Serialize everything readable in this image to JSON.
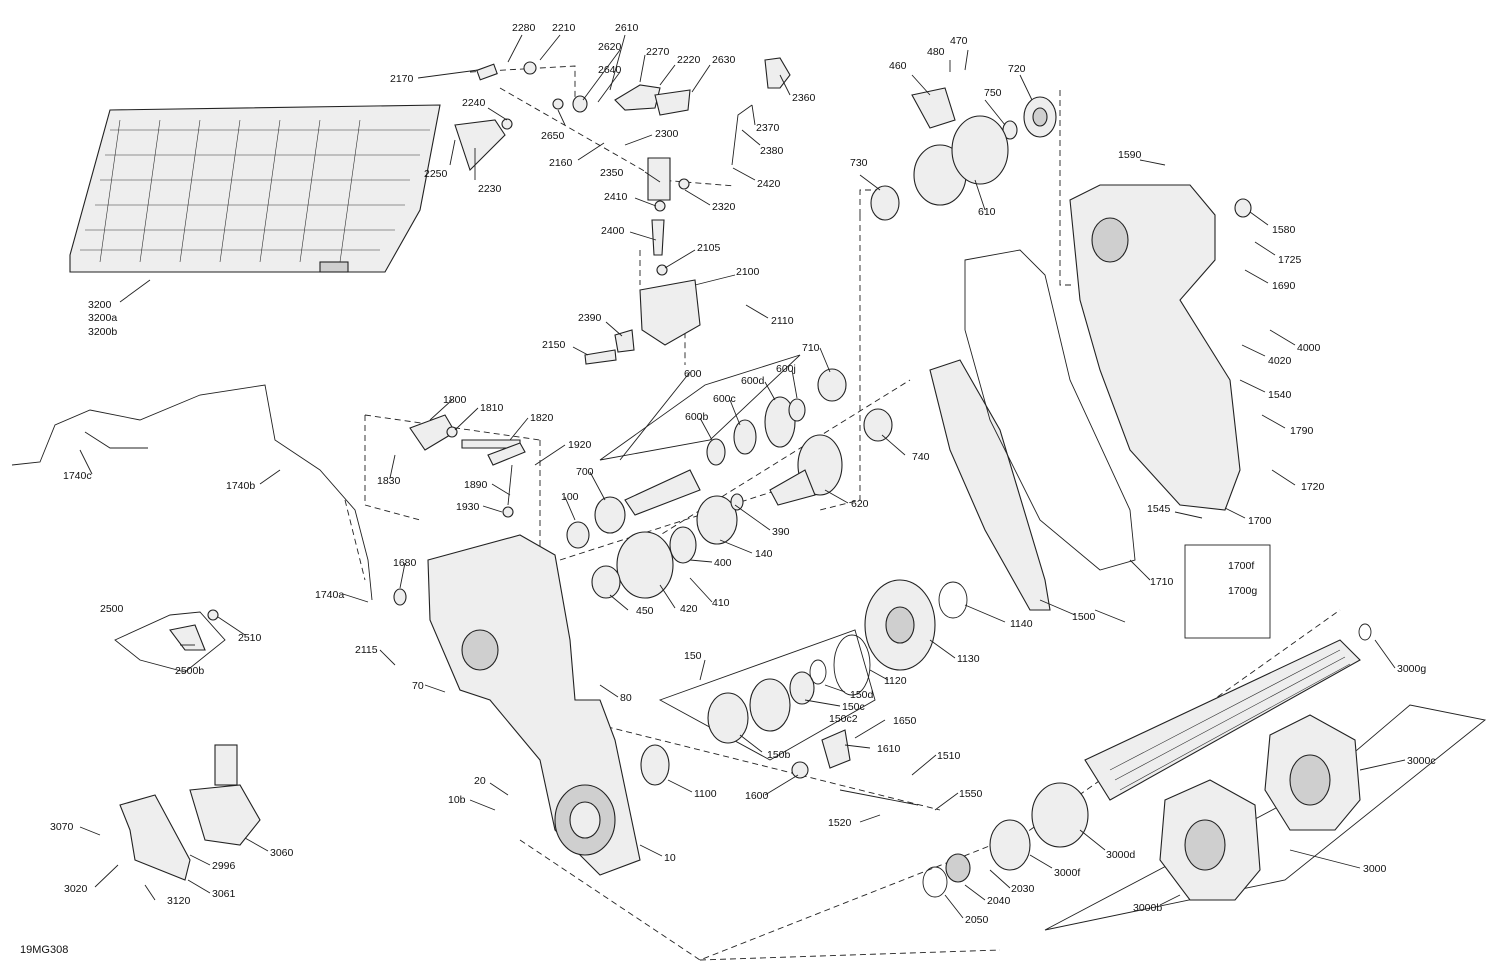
{
  "drawing_code": "19MG308",
  "labels": [
    "2280",
    "2210",
    "2610",
    "2170",
    "2620",
    "2270",
    "2220",
    "2630",
    "2640",
    "2240",
    "2650",
    "2250",
    "2230",
    "2300",
    "2160",
    "2360",
    "2370",
    "2380",
    "2420",
    "2350",
    "2320",
    "2410",
    "2400",
    "2105",
    "2100",
    "2110",
    "2390",
    "2150",
    "3200",
    "3200a",
    "3200b",
    "460",
    "480",
    "470",
    "720",
    "750",
    "730",
    "610",
    "1590",
    "1580",
    "1725",
    "1690",
    "4000",
    "4020",
    "1540",
    "1790",
    "1720",
    "1545",
    "1700",
    "1700f",
    "1700g",
    "1800",
    "1810",
    "1820",
    "1830",
    "1920",
    "1890",
    "1930",
    "600",
    "710",
    "600b",
    "600c",
    "600d",
    "600j",
    "700",
    "740",
    "620",
    "100",
    "390",
    "140",
    "400",
    "410",
    "420",
    "450",
    "1740c",
    "1740b",
    "1740a",
    "1680",
    "2500",
    "2510",
    "2500b",
    "2115",
    "70",
    "80",
    "150",
    "1120",
    "1130",
    "1140",
    "1500",
    "1710",
    "150d",
    "150c",
    "150c2",
    "1650",
    "1610",
    "150b",
    "1600",
    "1510",
    "1550",
    "1520",
    "1100",
    "20",
    "10b",
    "10",
    "3070",
    "2996",
    "3060",
    "3020",
    "3061",
    "3120",
    "3000g",
    "3000c",
    "3000d",
    "3000f",
    "3000",
    "3000b",
    "2030",
    "2040",
    "2050"
  ]
}
